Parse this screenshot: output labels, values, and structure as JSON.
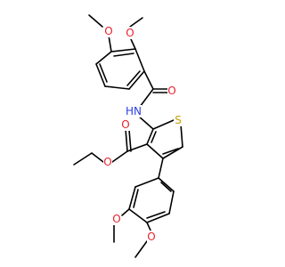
{
  "colors": {
    "bond": "#000000",
    "oxygen": "#e8212b",
    "nitrogen": "#2b3fe0",
    "sulfur": "#c6a000",
    "carbon": "#000000"
  },
  "molecule": {
    "atoms": [
      {
        "id": "o_meo_top",
        "label": "O",
        "element": "oxygen"
      },
      {
        "id": "o_meo_top2",
        "label": "O",
        "element": "oxygen"
      },
      {
        "id": "o_amide",
        "label": "O",
        "element": "oxygen"
      },
      {
        "id": "n_amide",
        "label": "HN",
        "element": "nitrogen"
      },
      {
        "id": "s_thio",
        "label": "S",
        "element": "sulfur"
      },
      {
        "id": "o_ester_carbonyl",
        "label": "O",
        "element": "oxygen"
      },
      {
        "id": "o_ester",
        "label": "O",
        "element": "oxygen"
      },
      {
        "id": "o_meo_bot1",
        "label": "O",
        "element": "oxygen"
      },
      {
        "id": "o_meo_bot2",
        "label": "O",
        "element": "oxygen"
      }
    ]
  }
}
